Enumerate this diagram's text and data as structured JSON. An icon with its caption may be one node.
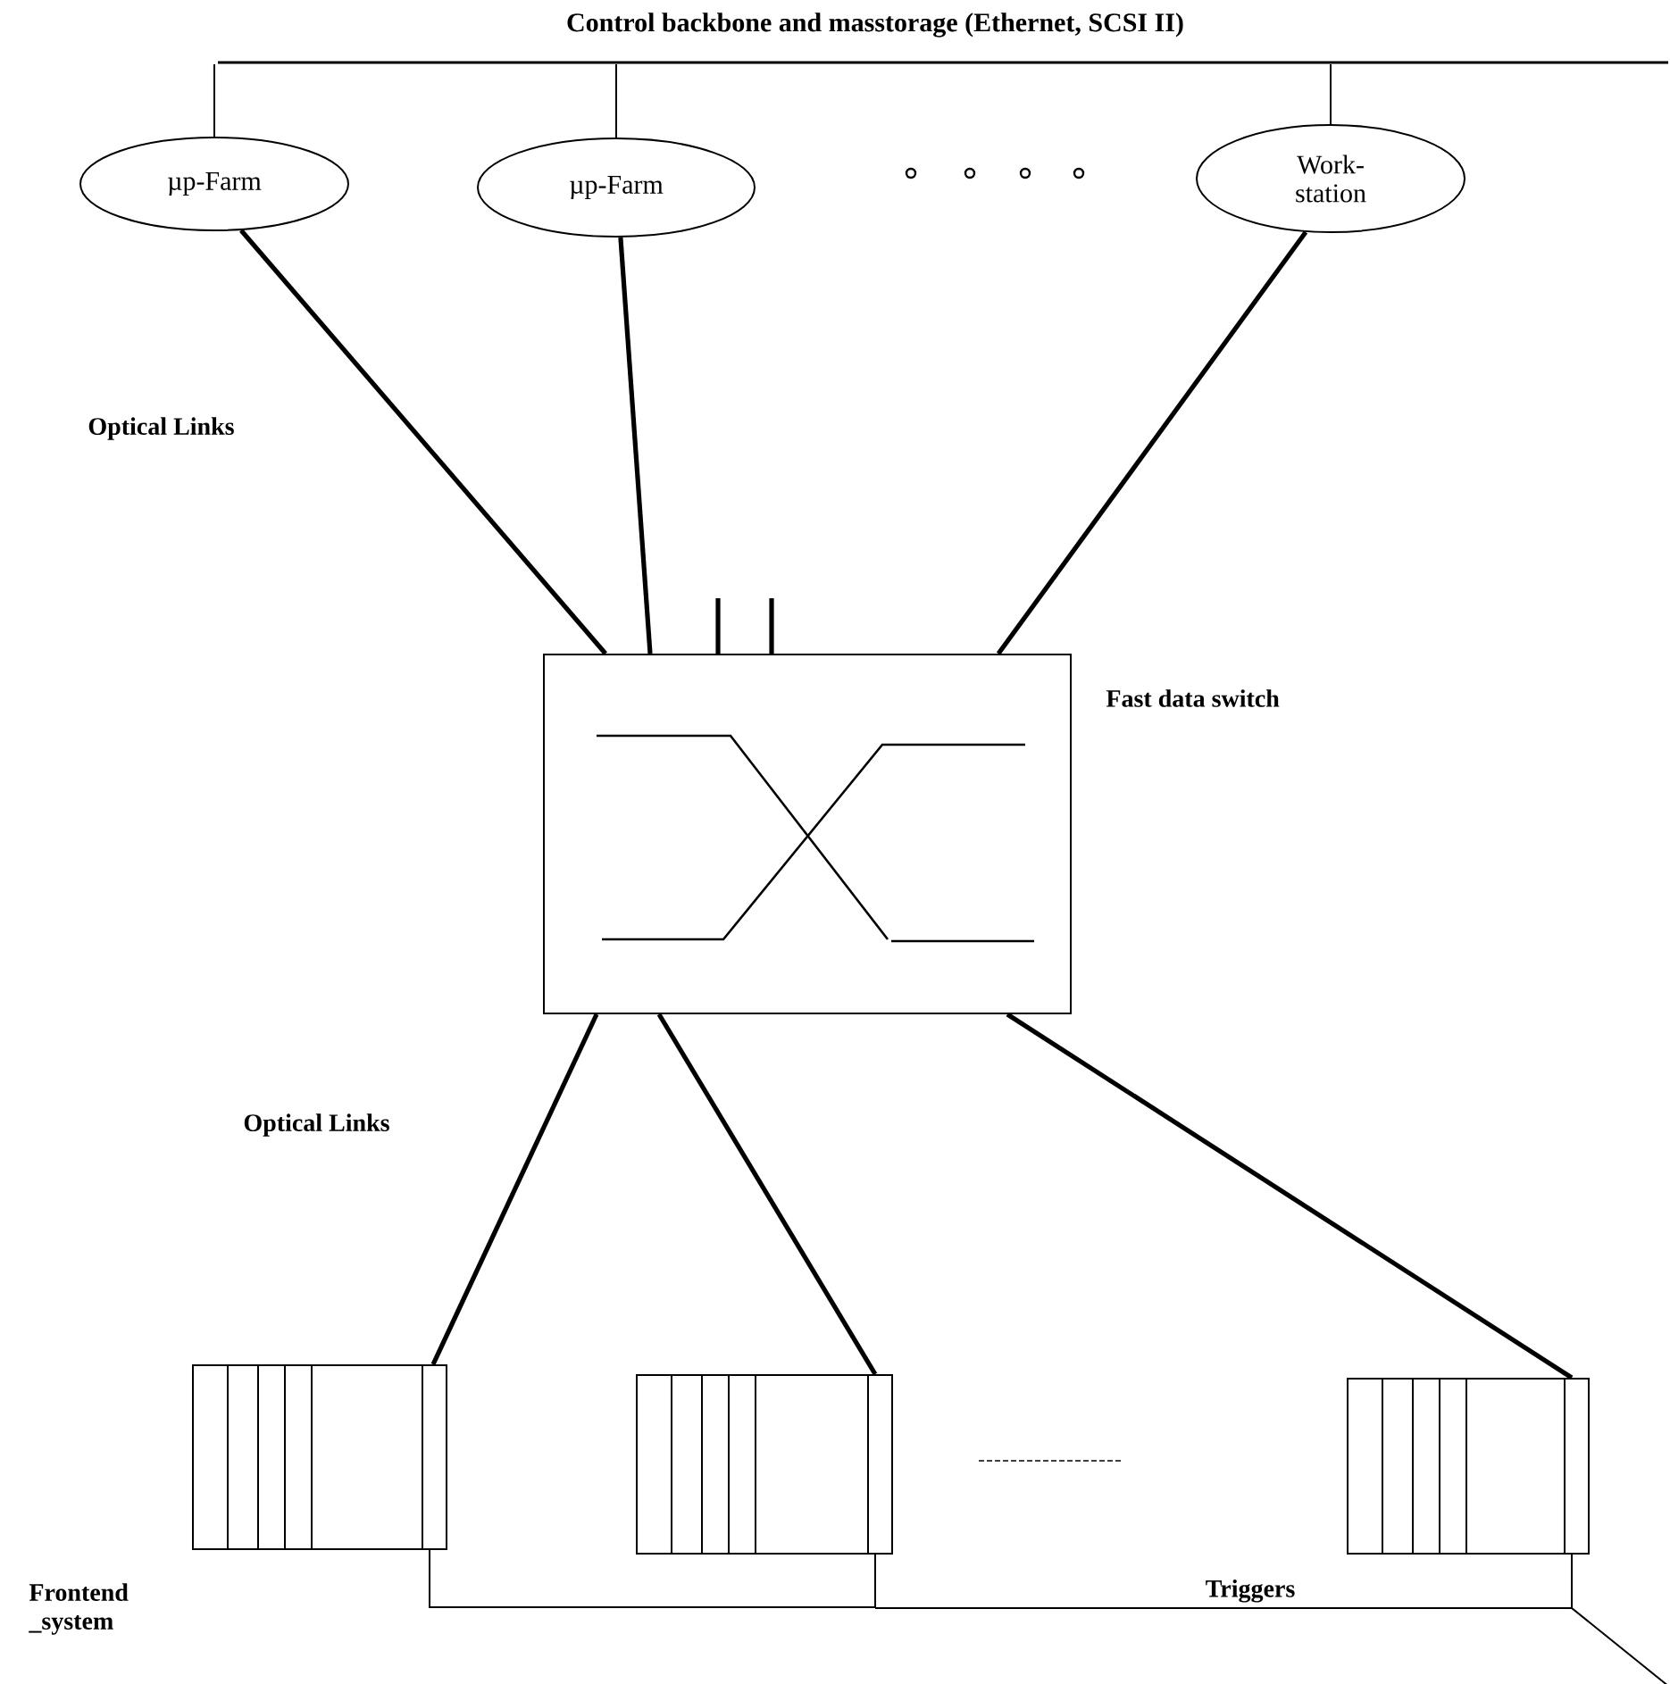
{
  "diagram": {
    "title": "Control backbone and masstorage (Ethernet, SCSI II)",
    "nodes": [
      {
        "text": [],
        "shape": "bar"
      },
      {
        "text": [
          "µp-Farm"
        ]
      },
      {
        "text": [
          "µp-Farm"
        ]
      },
      {
        "text": [
          "Work- station"
        ]
      },
      {
        "text": [],
        "shape": "box",
        "beside": [
          "Fast data switch"
        ]
      },
      {
        "text": [],
        "shape": "box"
      },
      {
        "text": [],
        "shape": "box"
      },
      {
        "text": [],
        "shape": "box"
      }
    ],
    "edges": [
      {
        "from": 1,
        "to": 0,
        "arrow": "none"
      },
      {
        "from": 2,
        "to": 0,
        "arrow": "none"
      },
      {
        "from": 3,
        "to": 0,
        "arrow": "none"
      },
      {
        "from": 1,
        "to": 4,
        "arrow": "none"
      },
      {
        "from": 2,
        "to": 4,
        "arrow": "none"
      },
      {
        "from": 3,
        "to": 4,
        "arrow": "none"
      },
      {
        "from": null,
        "to": 4,
        "arrow": "none"
      },
      {
        "from": null,
        "to": 4,
        "arrow": "none"
      },
      {
        "from": 4,
        "to": 5,
        "arrow": "none"
      },
      {
        "from": 4,
        "to": 6,
        "arrow": "none"
      },
      {
        "from": 4,
        "to": 7,
        "arrow": "none"
      },
      {
        "from": 5,
        "to": 6,
        "arrow": "none"
      },
      {
        "from": 6,
        "to": 7,
        "arrow": "none",
        "label": "Triggers"
      },
      {
        "from": 7,
        "to": null,
        "arrow": "none"
      }
    ],
    "labels": [
      "Optical Links",
      "Optical Links",
      "Frontend _system"
    ]
  }
}
